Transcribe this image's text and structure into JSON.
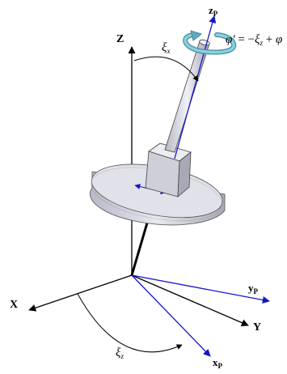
{
  "diagram": {
    "labels": {
      "Z": "Z",
      "X": "X",
      "Y": "Y",
      "zP": "z",
      "yP": "y",
      "xP": "x",
      "P": "P",
      "xi": "ξ",
      "x_sub": "x",
      "z_sub": "z",
      "phi_eq_phi": "φ′",
      "phi_eq_rest": " = −",
      "phi_eq_plus": " + ",
      "phi_eq_tail": "φ"
    },
    "colors": {
      "axis": "#000000",
      "body_axis": "#1515c8",
      "disk_face": "#e1e1ea",
      "disk_side": "#c4c4d0",
      "rod": "#d2d2da",
      "block": "#cfcfd8",
      "spin_arrow": "#62a8b8"
    }
  }
}
